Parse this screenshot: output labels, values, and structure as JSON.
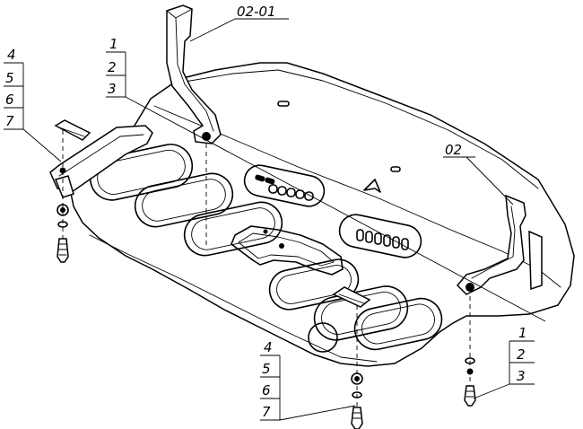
{
  "labels": {
    "part_02_01": "02-01",
    "part_02": "02",
    "top_left": {
      "a": "1",
      "b": "2",
      "c": "3"
    },
    "left_stack": {
      "a": "4",
      "b": "5",
      "c": "6",
      "d": "7"
    },
    "bottom_center_stack": {
      "a": "4",
      "b": "5",
      "c": "6",
      "d": "7"
    },
    "bottom_right_stack": {
      "a": "1",
      "b": "2",
      "c": "3"
    }
  }
}
